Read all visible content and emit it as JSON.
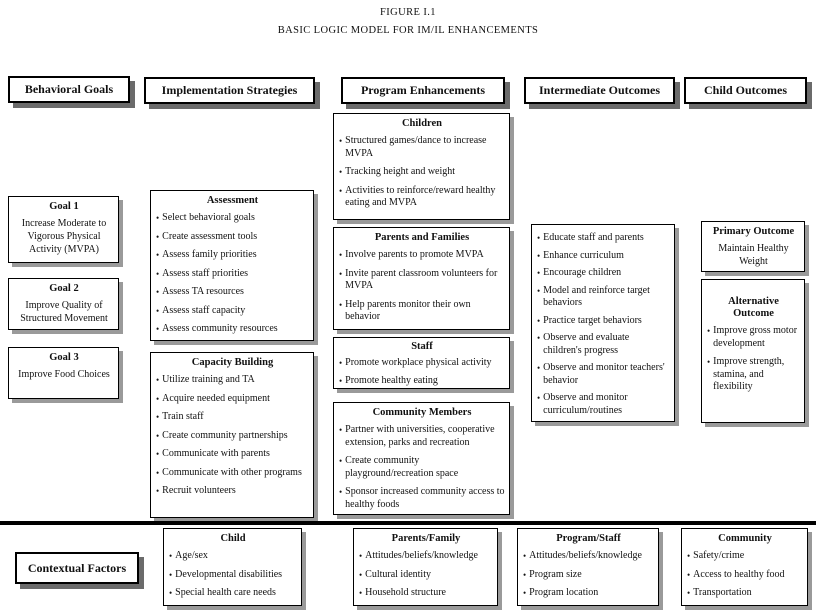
{
  "title": {
    "line1": "FIGURE I.1",
    "line2": "BASIC LOGIC MODEL FOR IM/IL ENHANCEMENTS"
  },
  "headers": {
    "behavioral_goals": "Behavioral Goals",
    "implementation_strategies": "Implementation Strategies",
    "program_enhancements": "Program Enhancements",
    "intermediate_outcomes": "Intermediate Outcomes",
    "child_outcomes": "Child Outcomes",
    "contextual_factors": "Contextual Factors"
  },
  "goals": {
    "goal1": {
      "title": "Goal 1",
      "body": "Increase Moderate to Vigorous Physical Activity (MVPA)"
    },
    "goal2": {
      "title": "Goal 2",
      "body": "Improve Quality of Structured Movement"
    },
    "goal3": {
      "title": "Goal 3",
      "body": "Improve Food Choices"
    }
  },
  "assessment": {
    "title": "Assessment",
    "items": [
      "Select behavioral goals",
      "Create assessment tools",
      "Assess family priorities",
      "Assess staff priorities",
      "Assess TA resources",
      "Assess staff capacity",
      "Assess community resources"
    ]
  },
  "capacity_building": {
    "title": "Capacity Building",
    "items": [
      "Utilize training and TA",
      "Acquire needed equipment",
      "Train staff",
      "Create community partnerships",
      "Communicate with parents",
      "Communicate with other programs",
      "Recruit volunteers"
    ]
  },
  "children_box": {
    "title": "Children",
    "items": [
      "Structured games/dance to increase MVPA",
      "Tracking height and weight",
      "Activities to reinforce/reward healthy eating and MVPA"
    ]
  },
  "parents_families": {
    "title": "Parents and Families",
    "items": [
      "Involve parents to promote MVPA",
      "Invite parent classroom volunteers for MVPA",
      "Help parents monitor their own behavior"
    ]
  },
  "staff": {
    "title": "Staff",
    "items": [
      "Promote workplace physical activity",
      "Promote healthy eating"
    ]
  },
  "community_members": {
    "title": "Community Members",
    "items": [
      "Partner with universities, cooperative extension, parks and recreation",
      "Create community playground/recreation space",
      "Sponsor increased community access to healthy foods"
    ]
  },
  "intermediate": {
    "items": [
      "Educate staff and parents",
      "Enhance curriculum",
      "Encourage children",
      "Model and reinforce target behaviors",
      "Practice target behaviors",
      "Observe and evaluate children's progress",
      "Observe and monitor teachers' behavior",
      "Observe and monitor curriculum/routines"
    ]
  },
  "primary_outcome": {
    "title": "Primary Outcome",
    "body": "Maintain Healthy Weight"
  },
  "alternative_outcome": {
    "title": "Alternative Outcome",
    "items": [
      "Improve gross motor development",
      "Improve strength, stamina, and flexibility"
    ]
  },
  "contextual": {
    "child": {
      "title": "Child",
      "items": [
        "Age/sex",
        "Developmental disabilities",
        "Special health care needs"
      ]
    },
    "parents_family": {
      "title": "Parents/Family",
      "items": [
        "Attitudes/beliefs/knowledge",
        "Cultural identity",
        "Household structure"
      ]
    },
    "program_staff": {
      "title": "Program/Staff",
      "items": [
        "Attitudes/beliefs/knowledge",
        "Program size",
        "Program location"
      ]
    },
    "community": {
      "title": "Community",
      "items": [
        "Safety/crime",
        "Access to healthy food",
        "Transportation"
      ]
    }
  }
}
